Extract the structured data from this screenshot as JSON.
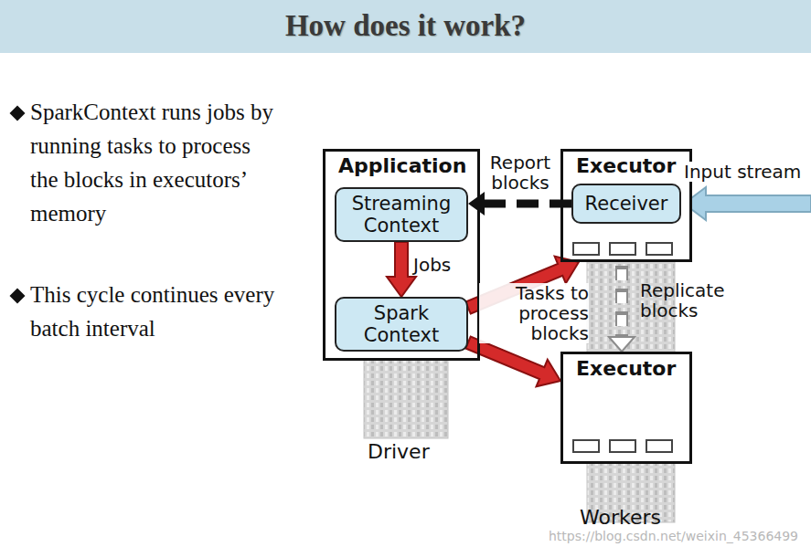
{
  "diagram": {
    "title": "How does it work?",
    "nodes": [
      {
        "text": [
          "Application"
        ]
      },
      {
        "text": [
          "Streaming Context"
        ],
        "in": 0
      },
      {
        "text": [
          "Spark Context"
        ],
        "in": 0
      },
      {
        "text": [
          "Executor"
        ]
      },
      {
        "text": [
          "Receiver"
        ],
        "in": 3
      },
      {
        "text": [
          "Executor"
        ]
      }
    ],
    "edges": [
      {
        "from": 4,
        "to": 1,
        "arrow": "to",
        "label": "Report blocks"
      },
      {
        "from": 1,
        "to": 2,
        "arrow": "to",
        "label": "Jobs"
      },
      {
        "from": 2,
        "to": 3,
        "arrow": "to",
        "label": "Tasks to process blocks"
      },
      {
        "from": 2,
        "to": 5,
        "arrow": "to"
      },
      {
        "from": 3,
        "to": 5,
        "arrow": "to",
        "label": "Replicate blocks"
      }
    ],
    "labels": [
      "SparkContext runs jobs by running tasks to process the blocks in executors’ memory",
      "This cycle continues every batch interval",
      "Input stream",
      "Driver",
      "Workers",
      "https://blog.csdn.net/weixin_45366499"
    ]
  }
}
